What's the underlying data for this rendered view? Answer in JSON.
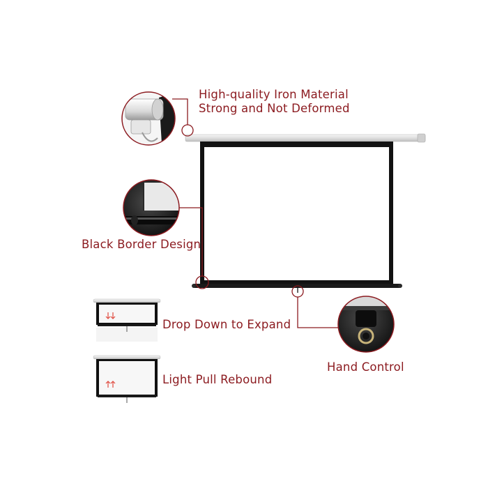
{
  "labels": {
    "iron_line1": "High-quality Iron Material",
    "iron_line2": "Strong and Not Deformed",
    "border": "Black Border Design",
    "drop": "Drop Down to Expand",
    "pull": "Light Pull Rebound",
    "hand": "Hand Control"
  },
  "colors": {
    "accent": "#8b1a1f",
    "screen_border": "#111111",
    "housing": "#e8e8e8"
  },
  "icons": {
    "drop": "arrow-down-icon",
    "pull": "arrow-up-icon"
  }
}
